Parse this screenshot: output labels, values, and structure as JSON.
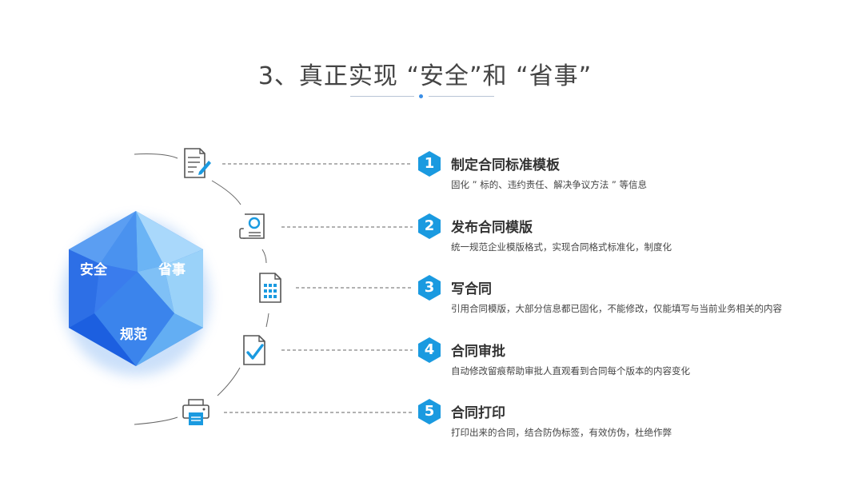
{
  "title": "3、真正实现 “安全”和 “省事”",
  "gem": {
    "labels": [
      "安全",
      "省事",
      "规范"
    ]
  },
  "steps": [
    {
      "number": "1",
      "title": "制定合同标准模板",
      "desc": "固化 ” 标的、违约责任、解决争议方法 ” 等信息",
      "icon": "document-edit-icon"
    },
    {
      "number": "2",
      "title": "发布合同模版",
      "desc": "统一规范企业模版格式，实现合同格式标准化，制度化",
      "icon": "certificate-icon"
    },
    {
      "number": "3",
      "title": "写合同",
      "desc": "引用合同模版，大部分信息都已固化，不能修改，仅能填写与当前业务相关的内容",
      "icon": "spreadsheet-document-icon"
    },
    {
      "number": "4",
      "title": "合同审批",
      "desc": "自动修改留痕帮助审批人直观看到合同每个版本的内容变化",
      "icon": "checked-document-icon"
    },
    {
      "number": "5",
      "title": "合同打印",
      "desc": "打印出来的合同，结合防伪标签，有效仿伪，杜绝作弊",
      "icon": "printer-icon"
    }
  ],
  "colors": {
    "accent": "#1a9ae0",
    "gem_dark": "#1c5fe0",
    "gem_light": "#8cc8f8"
  }
}
